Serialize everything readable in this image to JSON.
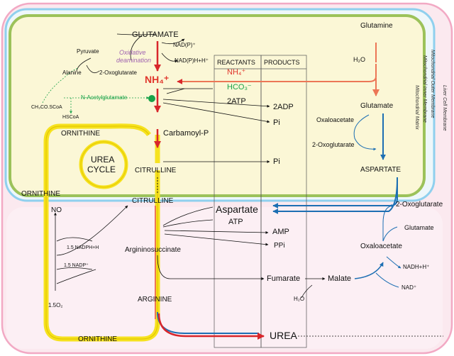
{
  "membranes": {
    "cell": "Liver Cell Membrane",
    "outer": "Mitochondrial Outer Membrane",
    "inner": "Mitochondrial Inner Membrane",
    "matrix": "Mitochondrial Matrix"
  },
  "columns": {
    "reactants": "REACTANTS",
    "products": "PRODUCTS"
  },
  "labels": {
    "glutamate_top": "GLUTAMATE",
    "nadp_plus": "NAD(P)⁺",
    "nadph": "NAD(P)H+H⁺",
    "oxidative": "Oxidative",
    "deamination": "deamination",
    "pyruvate": "Pyruvate",
    "alanine": "Alanine",
    "oxoglutarate_top": "2-Oxoglutarate",
    "nh4_main": "NH₄⁺",
    "nh4_col": "NH₄⁺",
    "hco3": "HCO₃⁻",
    "atp2": "2ATP",
    "adp2": "2ADP",
    "pi_1": "Pi",
    "pi_2": "Pi",
    "n_acetyl": "N-Acetylglutamate",
    "acetyl_coa": "CH₃CO.SCoA",
    "hscoa": "HSCoA",
    "carbamoyl": "Carbamoyl-P",
    "ornithine_mito": "ORNITHINE",
    "urea_cycle_1": "UREA",
    "urea_cycle_2": "CYCLE",
    "citrulline_mito": "CITRULLINE",
    "glutamine": "Glutamine",
    "h2o_top": "H₂O",
    "glutamate_right": "Glutamate",
    "oxaloacetate_right": "Oxaloacetate",
    "oxoglutarate_right": "2-Oxoglutarate",
    "aspartate_mito": "ASPARTATE",
    "ornithine_left": "ORNITHINE",
    "no": "NO",
    "nadph_15": "1.5 NADPH+H",
    "nadp_15": "1.5 NADP⁺",
    "o2_15": "1.5O₂",
    "citrulline_cyto": "CITRULLINE",
    "aspartate_cyto": "Aspartate",
    "atp_cyto": "ATP",
    "amp": "AMP",
    "ppi": "PPi",
    "argininosuccinate": "Argininosuccinate",
    "fumarate": "Fumarate",
    "malate": "Malate",
    "h2o_bottom": "H₂O",
    "arginine": "ARGININE",
    "ornithine_bottom": "ORNITHINE",
    "urea": "UREA",
    "oxoglutarate_cyto": "2-Oxoglutarate",
    "glutamate_cyto": "Glutamate",
    "oxaloacetate_cyto": "Oxaloacetate",
    "nadh": "NADH+H⁺",
    "nad": "NAD⁺"
  },
  "colors": {
    "cell_fill": "#fbe9ef",
    "cell_border": "#f2a9c4",
    "outer_border": "#8fd0ee",
    "outer_fill": "#eef7fa",
    "inner_border": "#9cc25a",
    "matrix_fill": "#fbf7d6",
    "cycle_yellow": "#f6e21f",
    "ammonia_red": "#d8262b",
    "aspartate_blue": "#1d6fb3"
  }
}
